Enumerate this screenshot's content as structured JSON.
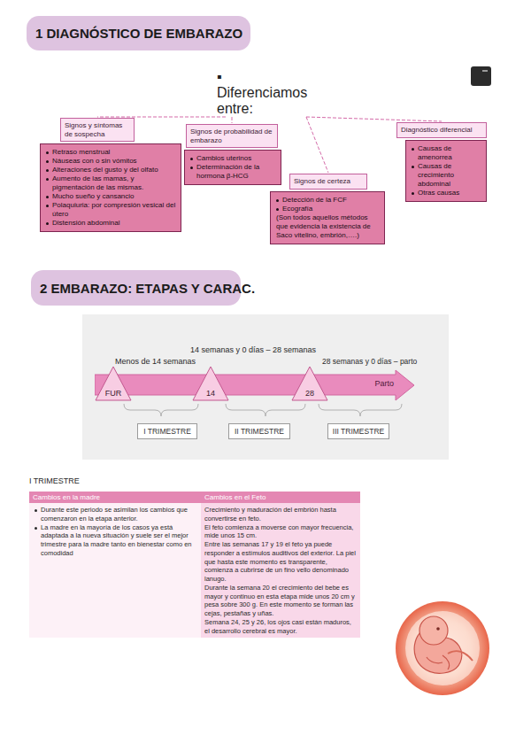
{
  "diagram": {
    "nodes": [
      {
        "text": [
          "1 DIAGNÓSTICO DE EMBARAZO"
        ]
      },
      {
        "text": [
          "▪ Diferenciamos entre:"
        ]
      },
      {
        "text": [
          "Signos y síntomas de sospecha",
          "Retraso menstrual",
          "Náuseas con o sin vómitos",
          "Alteraciones del gusto y del olfato",
          "Aumento de las mamas, y pigmentación de las mismas.",
          "Mucho sueño y cansancio",
          "Polaquiuria: por compresión vesical del útero",
          "Distensión abdominal"
        ]
      },
      {
        "text": [
          "Signos de probabilidad de embarazo",
          "Cambios uterinos",
          "Determinación de la hormona β-HCG"
        ]
      },
      {
        "text": [
          "Signos de certeza",
          "Detección de la FCF",
          "Ecografía",
          "(Son todos aquellos métodos que evidencia la existencia de Saco vitelino, embrión,….)"
        ]
      },
      {
        "text": [
          "Diagnóstico diferencial",
          "Causas de amenorrea",
          "Causas de crecimiento abdominal",
          "Otras causas"
        ]
      },
      {
        "text": [
          "2 EMBARAZO: ETAPAS Y CARAC."
        ]
      },
      {
        "text": [
          "Parto"
        ]
      },
      {
        "text": [
          "FUR"
        ]
      },
      {
        "text": [
          "14"
        ]
      },
      {
        "text": [
          "28"
        ]
      },
      {
        "text": [
          "I TRIMESTRE"
        ]
      },
      {
        "text": [
          "II TRIMESTRE"
        ]
      },
      {
        "text": [
          "III TRIMESTRE"
        ]
      }
    ],
    "edges": [
      {
        "from": 1,
        "to": 2,
        "arrow": "none"
      },
      {
        "from": 1,
        "to": 3,
        "arrow": "none"
      },
      {
        "from": 1,
        "to": 4,
        "arrow": "none"
      },
      {
        "from": 1,
        "to": 5,
        "arrow": "none"
      }
    ],
    "labels": [
      "14 semanas y 0 días – 28 semanas",
      "Menos de 14 semanas",
      "28 semanas y 0 días – parto",
      "I TRIMESTRE",
      "Cambios en la madre",
      "Cambios en el Feto",
      "Durante este periodo se asimilan los cambios que comenzaron en la etapa anterior.",
      "La madre en la mayoría de los casos ya está adaptada a la nueva situación y suele ser el mejor trimestre para la madre tanto en bienestar como en comodidad",
      "Crecimiento y maduración del embrión hasta convertirse en feto.",
      "El feto comienza a moverse con mayor frecuencia, mide unos 15 cm.",
      "Entre las semanas 17 y 19 el feto ya puede responder a estímulos auditivos del exterior. La piel que hasta este momento es transparente, comienza a cubrirse de un fino vello denominado lanugo.",
      "Durante la semana 20 el crecimiento del bebe es mayor y continuo en esta etapa mide unos 20 cm y pesa sobre 300 g. En este momento se forman las cejas, pestañas y uñas.",
      "Semana 24, 25 y 26, los ojos casi están maduros, el desarrollo cerebral es mayor."
    ]
  }
}
